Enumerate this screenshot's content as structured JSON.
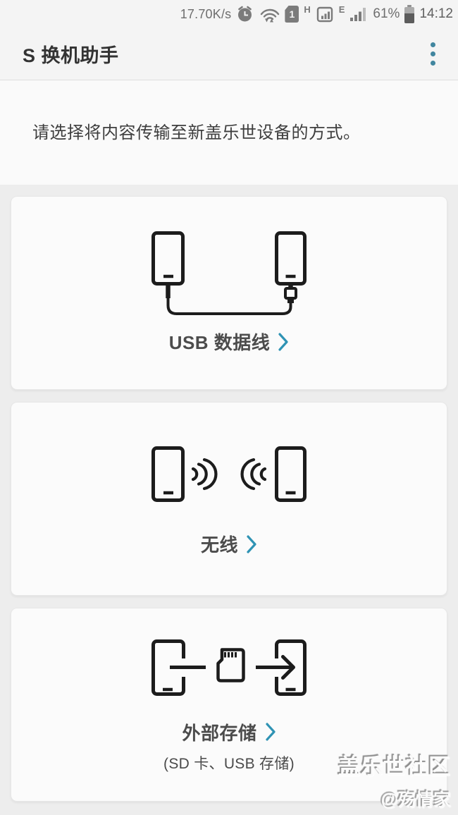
{
  "status_bar": {
    "network_speed": "17.70K/s",
    "sim_slot": "1",
    "network_type_h": "H",
    "network_type_e": "E",
    "battery_percent": "61%",
    "battery_level": 61,
    "time": "14:12"
  },
  "app_bar": {
    "title": "S 换机助手"
  },
  "intro": {
    "message": "请选择将内容传输至新盖乐世设备的方式。"
  },
  "options": [
    {
      "label": "USB 数据线",
      "icon": "usb-cable-phones"
    },
    {
      "label": "无线",
      "icon": "wireless-phones"
    },
    {
      "label": "外部存储",
      "sublabel": "(SD 卡、USB 存储)",
      "icon": "external-storage-phones"
    }
  ],
  "watermark": {
    "line1": "盖乐世社区",
    "line2": "@殇情家"
  },
  "colors": {
    "accent": "#2f93b4",
    "menu_dots": "#41869f",
    "icon_stroke": "#1c1c1c"
  }
}
